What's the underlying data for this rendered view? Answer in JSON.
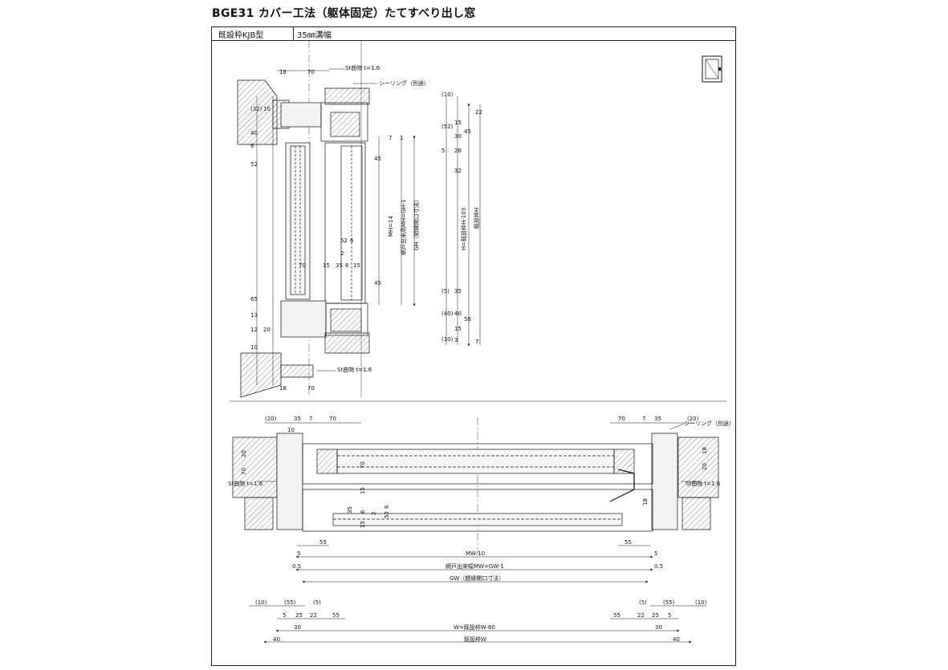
{
  "title": "BGE31 カバー工法（躯体固定）たてすべり出し窓",
  "header": {
    "frame_type": "既設枠KJB型",
    "groove": "35㎜溝幅"
  },
  "vertical_section": {
    "callouts": {
      "st_top": "St曲物 t=1.6",
      "sealing": "シーリング（別途）",
      "st_bottom": "St曲物 t=1.6"
    },
    "top_dims": [
      "18",
      "70"
    ],
    "left_dims": [
      "(32)",
      "10",
      "40",
      "6",
      "52",
      "13",
      "65",
      "12",
      "10",
      "20"
    ],
    "inner_dims": [
      "52",
      "6",
      "2",
      "70",
      "15",
      "35",
      "6",
      "15"
    ],
    "center_dims": [
      "7",
      "45",
      "45",
      "1"
    ],
    "right_dims_a": [
      "(10)",
      "(52)",
      "5",
      "(5)",
      "(40)",
      "(10)"
    ],
    "right_dims_b": [
      "15",
      "30",
      "26",
      "32",
      "35",
      "40",
      "15",
      "3"
    ],
    "right_dims_c": [
      "22",
      "45",
      "58",
      "7"
    ],
    "labels": {
      "mh": "MH=14",
      "screen_h": "網戸出来高MH=GH-1",
      "gh": "GH（額縁開口寸法）",
      "h": "H=既設枠H-103",
      "existing_h": "既設枠H"
    },
    "bottom_dims": [
      "18",
      "70"
    ]
  },
  "horizontal_section": {
    "callouts": {
      "sealing": "シーリング（別途）",
      "st_left": "St曲物 t=1.6",
      "st_right": "St曲物 t=1.6"
    },
    "top_left": [
      "(20)",
      "35",
      "7",
      "70",
      "10"
    ],
    "top_right": [
      "70",
      "7",
      "35",
      "(20)"
    ],
    "side_left": [
      "70",
      "20"
    ],
    "side_right": [
      "18",
      "20"
    ],
    "inner": [
      "70",
      "15",
      "35",
      "6",
      "2",
      "15",
      "52",
      "6",
      "18"
    ],
    "dims_55": [
      "55",
      "55"
    ],
    "row1": {
      "left": "5",
      "label": "MW-10",
      "right": "5"
    },
    "row2": {
      "left": "0.5",
      "label": "網戸出来幅MW=GW-1",
      "right": "0.5"
    },
    "row3": {
      "label": "GW（額縁開口寸法）"
    },
    "row4_left": [
      "(10)",
      "(55)",
      "(5)"
    ],
    "row4_right": [
      "(5)",
      "(55)",
      "(10)"
    ],
    "row5_left": [
      "5",
      "25",
      "22",
      "55"
    ],
    "row5_right": [
      "55",
      "22",
      "25",
      "5"
    ],
    "row6": {
      "left": "30",
      "label": "W=既設枠W-60",
      "right": "30"
    },
    "row7": {
      "left": "40",
      "label": "既設枠W",
      "right": "40"
    }
  },
  "colors": {
    "line": "#111111",
    "hatch": "#666666",
    "fill": "#f2f2f2"
  },
  "icons": [
    "window-elevation-icon"
  ]
}
